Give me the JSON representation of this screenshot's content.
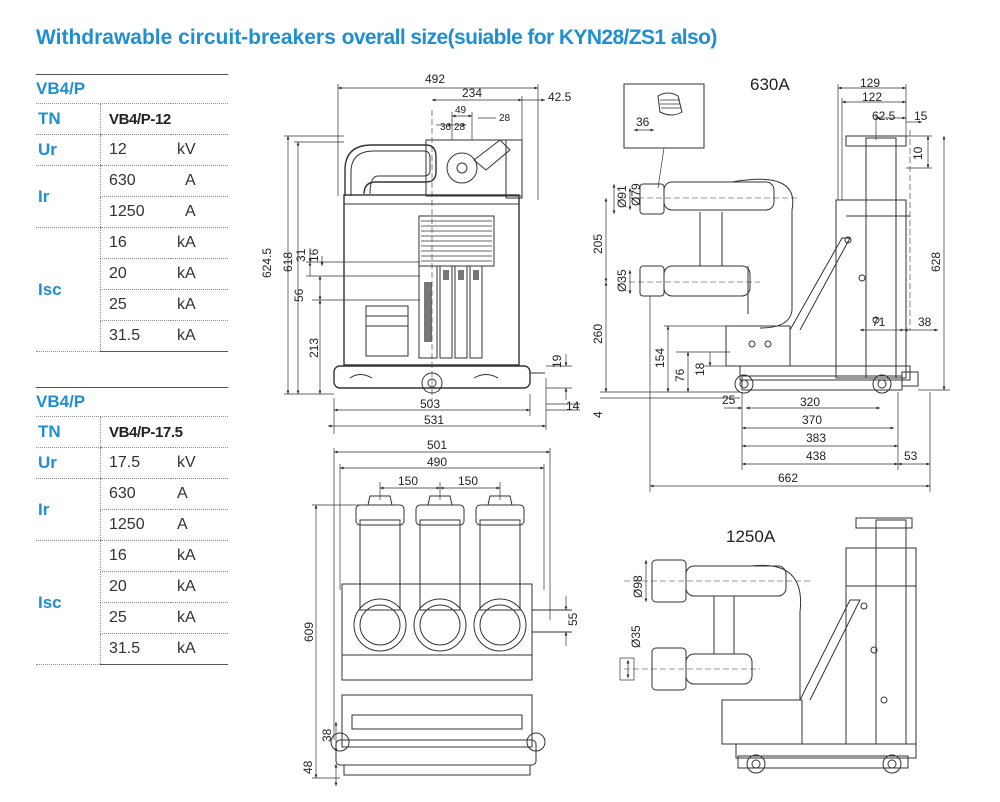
{
  "title": {
    "part1": "Withdrawable circuit-breakers",
    "part2": "overall size(suiable for KYN28/ZS1 also)"
  },
  "tables": [
    {
      "series": "VB4/P",
      "tn_label": "TN",
      "tn_value": "VB4/P-12",
      "ur_label": "Ur",
      "ur_value": "12",
      "ur_unit": "kV",
      "ir_label": "Ir",
      "ir_rows": [
        {
          "value": "630",
          "unit": "A"
        },
        {
          "value": "1250",
          "unit": "A"
        }
      ],
      "isc_label": "Isc",
      "isc_rows": [
        {
          "value": "16",
          "unit": "kA"
        },
        {
          "value": "20",
          "unit": "kA"
        },
        {
          "value": "25",
          "unit": "kA"
        },
        {
          "value": "31.5",
          "unit": "kA"
        }
      ]
    },
    {
      "series": "VB4/P",
      "tn_label": "TN",
      "tn_value": "VB4/P-17.5",
      "ur_label": "Ur",
      "ur_value": "17.5",
      "ur_unit": "kV",
      "ir_label": "Ir",
      "ir_rows": [
        {
          "value": "630",
          "unit": "A"
        },
        {
          "value": "1250",
          "unit": "A"
        }
      ],
      "isc_label": "Isc",
      "isc_rows": [
        {
          "value": "16",
          "unit": "kA"
        },
        {
          "value": "20",
          "unit": "kA"
        },
        {
          "value": "25",
          "unit": "kA"
        },
        {
          "value": "31.5",
          "unit": "kA"
        }
      ]
    }
  ],
  "front_view": {
    "dims": {
      "d492": "492",
      "d234": "234",
      "d42_5": "42.5",
      "d49": "49",
      "d36": "36",
      "d28a": "28",
      "d28b": "28",
      "d624_5": "624.5",
      "d618": "618",
      "d31": "31",
      "d16": "16",
      "d56": "56",
      "d213": "213",
      "d19": "19",
      "d14": "14",
      "d503": "503",
      "d531": "531"
    }
  },
  "top_view": {
    "dims": {
      "d501": "501",
      "d490": "490",
      "d150a": "150",
      "d150b": "150",
      "d609": "609",
      "d55": "55",
      "d38": "38",
      "d48": "48"
    }
  },
  "side_630": {
    "label": "630A",
    "dims": {
      "d129": "129",
      "d122": "122",
      "d62_5": "62.5",
      "d15": "15",
      "d10": "10",
      "d628": "628",
      "d36": "36",
      "d91": "Ø91",
      "d79": "Ø79",
      "d35": "Ø35",
      "d205": "205",
      "d260": "260",
      "d154": "154",
      "d76": "76",
      "d18": "18",
      "d4": "4",
      "d71": "71",
      "d38": "38",
      "d25": "25",
      "d320": "320",
      "d370": "370",
      "d383": "383",
      "d438": "438",
      "d53": "53",
      "d662": "662"
    }
  },
  "side_1250": {
    "label": "1250A",
    "dims": {
      "d98": "Ø98",
      "d35": "Ø35"
    }
  }
}
